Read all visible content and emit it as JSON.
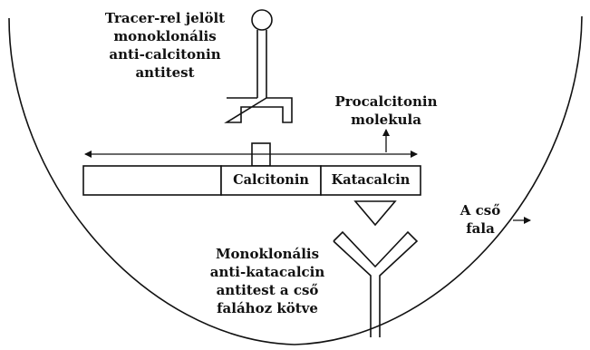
{
  "labels": {
    "tracer_antibody": [
      "Tracer-rel jelölt",
      "monoklonális",
      "anti-calcitonin",
      "antitest"
    ],
    "procalcitonin": [
      "Procalcitonin",
      "molekula"
    ],
    "tube_wall": [
      "A cső",
      "fala"
    ],
    "capture_antibody": [
      "Monoklonális",
      "anti-katacalcin",
      "antitest a cső",
      "falához kötve"
    ]
  },
  "segments": {
    "calcitonin": "Calcitonin",
    "katacalcin": "Katacalcin"
  },
  "colors": {
    "line": "#111111",
    "fill": "#ffffff"
  }
}
